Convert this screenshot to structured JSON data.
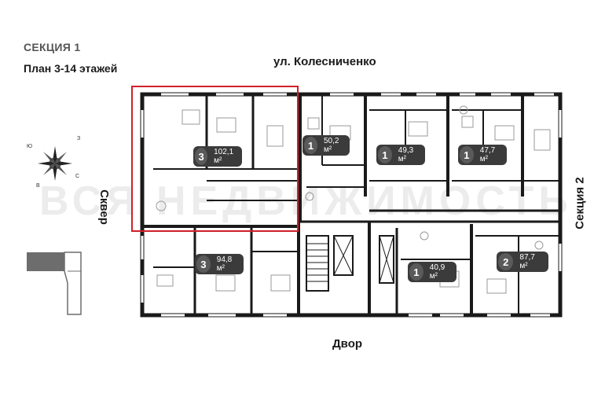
{
  "header": {
    "section_title": "СЕКЦИЯ 1",
    "floor_plan_title": "План 3-14 этажей"
  },
  "labels": {
    "street": "ул. Колесниченко",
    "yard": "Двор",
    "square": "Сквер",
    "section2": "Секция 2",
    "watermark": "ВСЯ НЕДВИЖИМОСТЬ"
  },
  "compass": {
    "letters": [
      "Ю",
      "З",
      "С",
      "В"
    ]
  },
  "apartments": [
    {
      "rooms": "3",
      "area": "102,1 м²",
      "highlighted": true
    },
    {
      "rooms": "1",
      "area": "50,2 м²"
    },
    {
      "rooms": "1",
      "area": "49,3 м²"
    },
    {
      "rooms": "1",
      "area": "47,7 м²"
    },
    {
      "rooms": "3",
      "area": "94,8 м²"
    },
    {
      "rooms": "1",
      "area": "40,9 м²"
    },
    {
      "rooms": "2",
      "area": "87,7 м²"
    }
  ],
  "colors": {
    "highlight": "#d0202a",
    "badge": "#3b3b3b",
    "wall": "#1a1a1a",
    "minimap": "#6d6d6d"
  }
}
